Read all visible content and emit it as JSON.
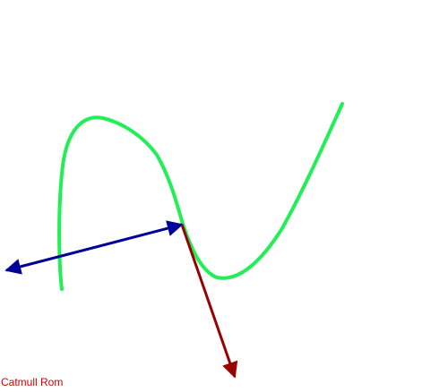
{
  "caption": "Catmull Rom",
  "colors": {
    "background": "#ffffff",
    "curve": "#22ee55",
    "vector_a": "#000099",
    "vector_b": "#990000",
    "caption": "#cc0000"
  },
  "elements": {
    "curve": "catmull-rom-spline-curve",
    "vector_a": "blue-tangent-arrow",
    "vector_b": "red-normal-arrow"
  }
}
